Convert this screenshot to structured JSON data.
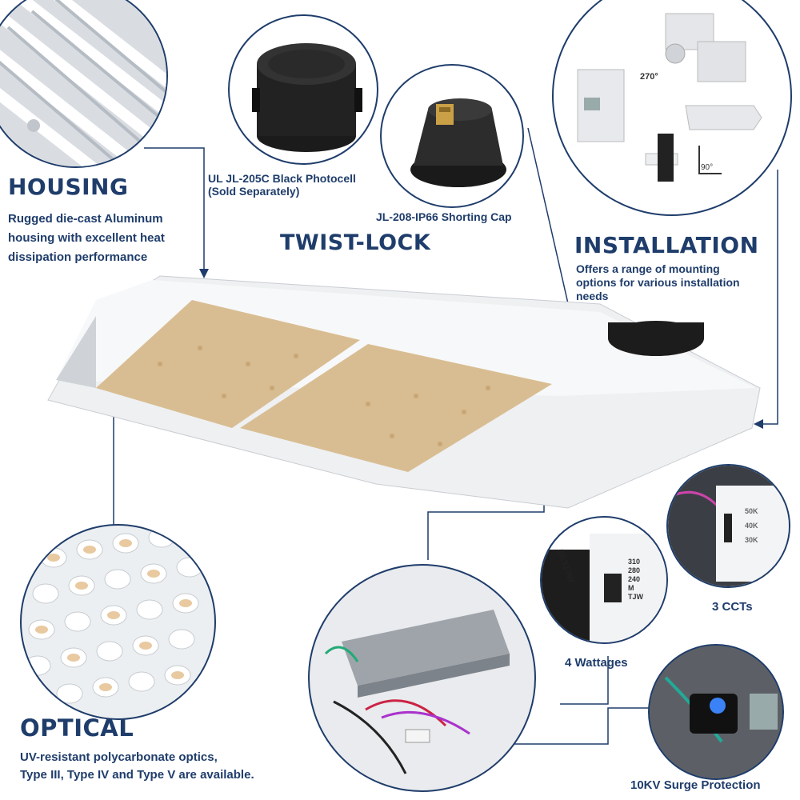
{
  "housing": {
    "title": "HOUSING",
    "desc_lines": [
      "Rugged die-cast Aluminum",
      "housing with excellent heat",
      "dissipation performance"
    ]
  },
  "photocell": {
    "lines": [
      "UL JL-205C Black Photocell",
      "(Sold Separately)"
    ]
  },
  "shorting_cap": {
    "label": "JL-208-IP66 Shorting Cap"
  },
  "twist_lock": {
    "title": "TWIST-LOCK"
  },
  "installation": {
    "title": "INSTALLATION",
    "desc_lines": [
      "Offers a range of mounting",
      "options for various installation",
      "needs"
    ],
    "angle_270": "270°",
    "angle_90": "90°"
  },
  "optical": {
    "title": "OPTICAL",
    "desc_lines": [
      "UV-resistant polycarbonate optics,",
      "Type III, Type IV and Type V are available."
    ]
  },
  "cct": {
    "label": "3 CCTs",
    "options": [
      "50K",
      "40K",
      "30K"
    ]
  },
  "wattage": {
    "label": "4 Wattages",
    "model": "SE310W",
    "options": [
      "310",
      "280",
      "240",
      "M"
    ],
    "brand": "TJW"
  },
  "surge": {
    "label": "10KV Surge Protection"
  },
  "colors": {
    "navy": "#1f3d6b",
    "housing_white": "#eef0f2",
    "led_warm": "#e6c79a"
  }
}
